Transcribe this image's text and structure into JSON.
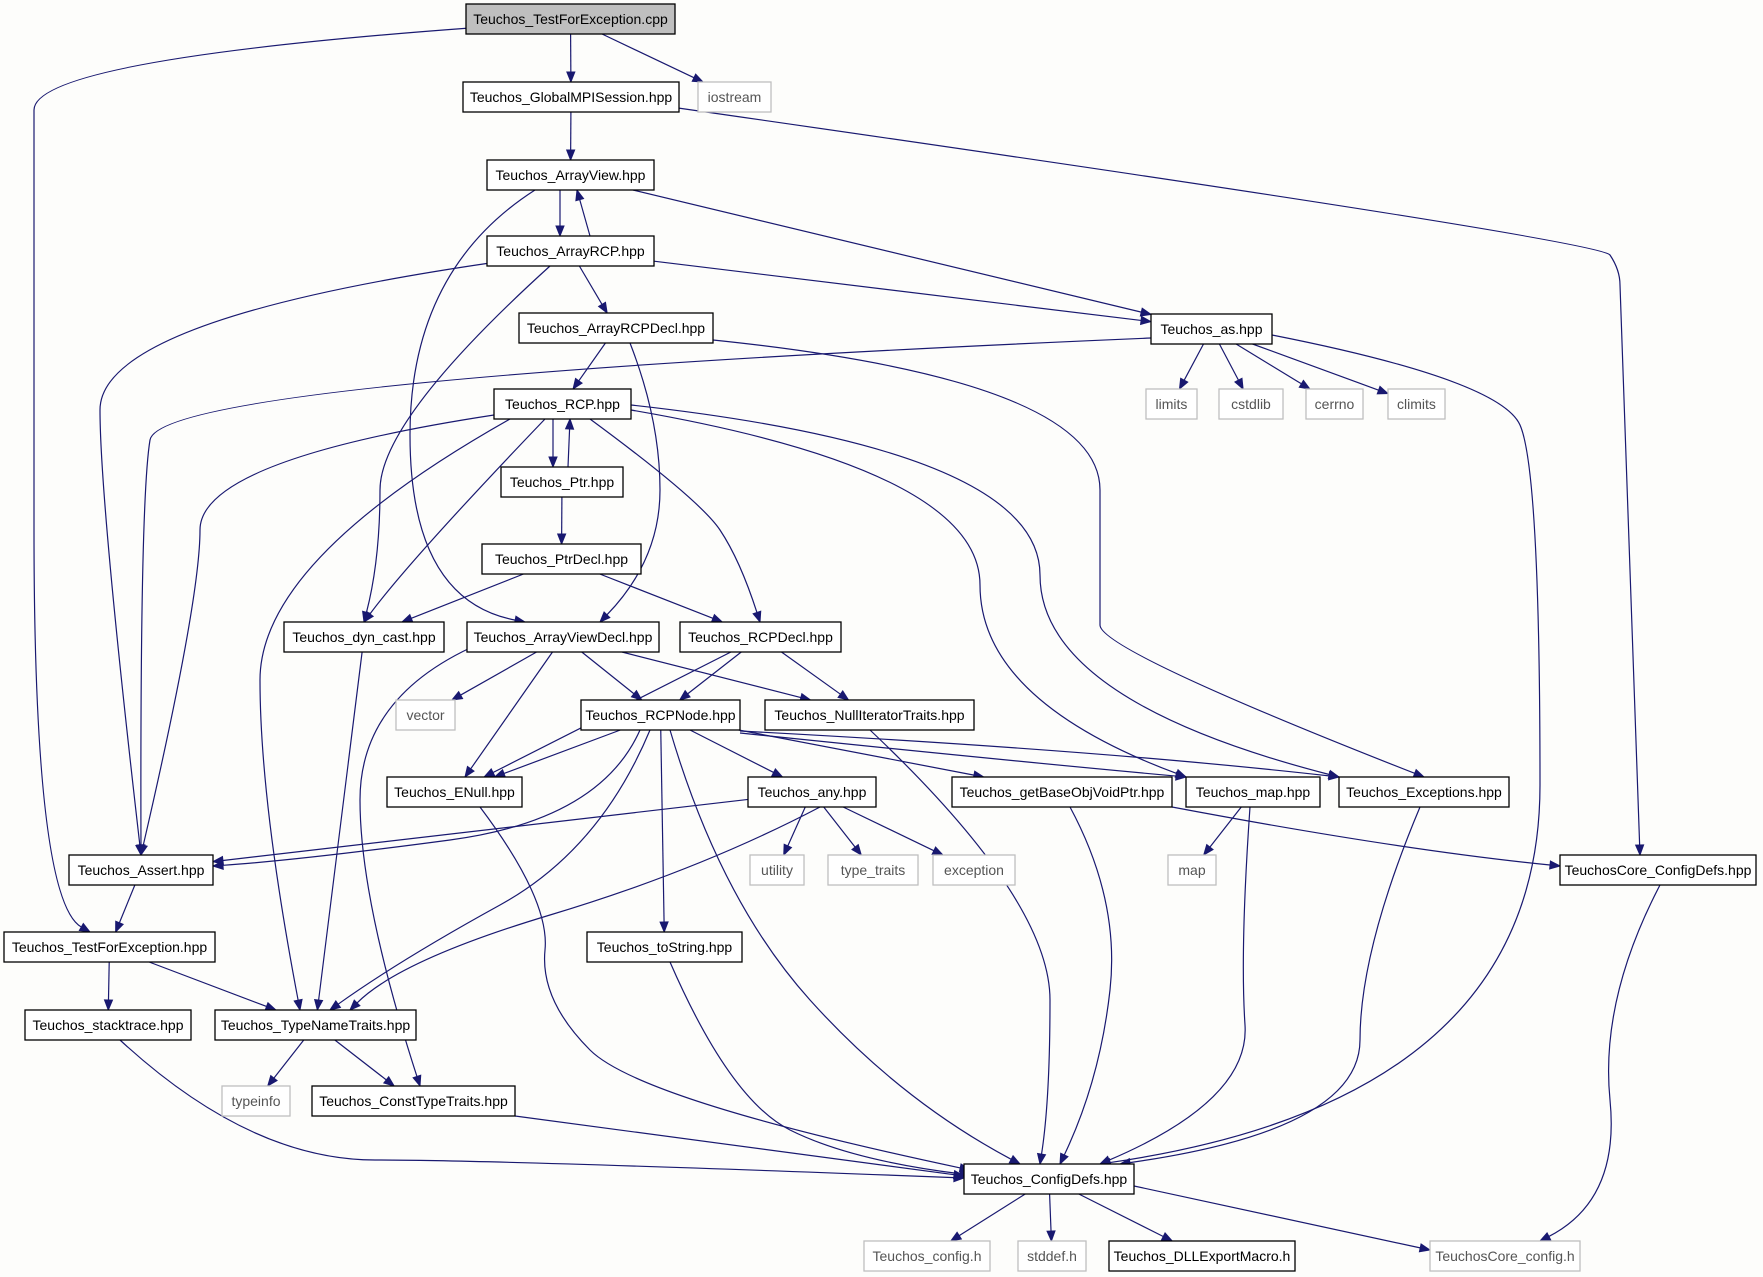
{
  "nodes": [
    {
      "id": "root",
      "label": "Teuchos_TestForException.cpp",
      "kind": "root"
    },
    {
      "id": "gmpi",
      "label": "Teuchos_GlobalMPISession.hpp",
      "kind": "local"
    },
    {
      "id": "iostream",
      "label": "iostream",
      "kind": "external"
    },
    {
      "id": "arrayview",
      "label": "Teuchos_ArrayView.hpp",
      "kind": "local"
    },
    {
      "id": "arrayrcp",
      "label": "Teuchos_ArrayRCP.hpp",
      "kind": "local"
    },
    {
      "id": "arrayrcpdecl",
      "label": "Teuchos_ArrayRCPDecl.hpp",
      "kind": "local"
    },
    {
      "id": "as",
      "label": "Teuchos_as.hpp",
      "kind": "local"
    },
    {
      "id": "limits",
      "label": "limits",
      "kind": "external"
    },
    {
      "id": "cstdlib",
      "label": "cstdlib",
      "kind": "external"
    },
    {
      "id": "cerrno",
      "label": "cerrno",
      "kind": "external"
    },
    {
      "id": "climits",
      "label": "climits",
      "kind": "external"
    },
    {
      "id": "rcp",
      "label": "Teuchos_RCP.hpp",
      "kind": "local"
    },
    {
      "id": "ptr",
      "label": "Teuchos_Ptr.hpp",
      "kind": "local"
    },
    {
      "id": "ptrdecl",
      "label": "Teuchos_PtrDecl.hpp",
      "kind": "local"
    },
    {
      "id": "dyncast",
      "label": "Teuchos_dyn_cast.hpp",
      "kind": "local"
    },
    {
      "id": "arrayviewdecl",
      "label": "Teuchos_ArrayViewDecl.hpp",
      "kind": "local"
    },
    {
      "id": "rcpdecl",
      "label": "Teuchos_RCPDecl.hpp",
      "kind": "local"
    },
    {
      "id": "vector",
      "label": "vector",
      "kind": "external"
    },
    {
      "id": "rcpnode",
      "label": "Teuchos_RCPNode.hpp",
      "kind": "local"
    },
    {
      "id": "nulliter",
      "label": "Teuchos_NullIteratorTraits.hpp",
      "kind": "local"
    },
    {
      "id": "enull",
      "label": "Teuchos_ENull.hpp",
      "kind": "local"
    },
    {
      "id": "any",
      "label": "Teuchos_any.hpp",
      "kind": "local"
    },
    {
      "id": "getbase",
      "label": "Teuchos_getBaseObjVoidPtr.hpp",
      "kind": "local"
    },
    {
      "id": "map_hpp",
      "label": "Teuchos_map.hpp",
      "kind": "local"
    },
    {
      "id": "exceptions",
      "label": "Teuchos_Exceptions.hpp",
      "kind": "local"
    },
    {
      "id": "assert",
      "label": "Teuchos_Assert.hpp",
      "kind": "local"
    },
    {
      "id": "utility",
      "label": "utility",
      "kind": "external"
    },
    {
      "id": "type_traits",
      "label": "type_traits",
      "kind": "external"
    },
    {
      "id": "exception",
      "label": "exception",
      "kind": "external"
    },
    {
      "id": "map",
      "label": "map",
      "kind": "external"
    },
    {
      "id": "coreconfigdefs",
      "label": "TeuchosCore_ConfigDefs.hpp",
      "kind": "local"
    },
    {
      "id": "testforexc",
      "label": "Teuchos_TestForException.hpp",
      "kind": "local"
    },
    {
      "id": "tostring",
      "label": "Teuchos_toString.hpp",
      "kind": "local"
    },
    {
      "id": "stacktrace",
      "label": "Teuchos_stacktrace.hpp",
      "kind": "local"
    },
    {
      "id": "typename",
      "label": "Teuchos_TypeNameTraits.hpp",
      "kind": "local"
    },
    {
      "id": "typeinfo",
      "label": "typeinfo",
      "kind": "external"
    },
    {
      "id": "consttype",
      "label": "Teuchos_ConstTypeTraits.hpp",
      "kind": "local"
    },
    {
      "id": "configdefs",
      "label": "Teuchos_ConfigDefs.hpp",
      "kind": "local"
    },
    {
      "id": "config_h",
      "label": "Teuchos_config.h",
      "kind": "external"
    },
    {
      "id": "stddef",
      "label": "stddef.h",
      "kind": "external"
    },
    {
      "id": "dllexport",
      "label": "Teuchos_DLLExportMacro.h",
      "kind": "local"
    },
    {
      "id": "coreconfig_h",
      "label": "TeuchosCore_config.h",
      "kind": "external"
    }
  ],
  "edges": [
    [
      "root",
      "gmpi"
    ],
    [
      "root",
      "iostream"
    ],
    [
      "root",
      "testforexc"
    ],
    [
      "gmpi",
      "arrayview"
    ],
    [
      "gmpi",
      "coreconfigdefs"
    ],
    [
      "arrayview",
      "arrayrcp"
    ],
    [
      "arrayview",
      "as"
    ],
    [
      "arrayview",
      "arrayviewdecl"
    ],
    [
      "arrayrcp",
      "arrayview"
    ],
    [
      "arrayrcp",
      "arrayrcpdecl"
    ],
    [
      "arrayrcp",
      "as"
    ],
    [
      "arrayrcp",
      "assert"
    ],
    [
      "arrayrcp",
      "dyncast"
    ],
    [
      "arrayrcpdecl",
      "rcp"
    ],
    [
      "arrayrcpdecl",
      "arrayviewdecl"
    ],
    [
      "arrayrcpdecl",
      "exceptions"
    ],
    [
      "as",
      "limits"
    ],
    [
      "as",
      "cstdlib"
    ],
    [
      "as",
      "cerrno"
    ],
    [
      "as",
      "climits"
    ],
    [
      "as",
      "assert"
    ],
    [
      "as",
      "configdefs"
    ],
    [
      "rcp",
      "ptr"
    ],
    [
      "rcp",
      "dyncast"
    ],
    [
      "rcp",
      "rcpdecl"
    ],
    [
      "rcp",
      "assert"
    ],
    [
      "rcp",
      "typename"
    ],
    [
      "rcp",
      "map_hpp"
    ],
    [
      "rcp",
      "exceptions"
    ],
    [
      "ptr",
      "rcp"
    ],
    [
      "ptr",
      "ptrdecl"
    ],
    [
      "ptrdecl",
      "dyncast"
    ],
    [
      "ptrdecl",
      "rcpdecl"
    ],
    [
      "dyncast",
      "typename"
    ],
    [
      "arrayviewdecl",
      "vector"
    ],
    [
      "arrayviewdecl",
      "enull"
    ],
    [
      "arrayviewdecl",
      "rcpnode"
    ],
    [
      "arrayviewdecl",
      "nulliter"
    ],
    [
      "arrayviewdecl",
      "consttype"
    ],
    [
      "rcpdecl",
      "rcpnode"
    ],
    [
      "rcpdecl",
      "enull"
    ],
    [
      "rcpdecl",
      "nulliter"
    ],
    [
      "rcpnode",
      "enull"
    ],
    [
      "rcpnode",
      "any"
    ],
    [
      "rcpnode",
      "getbase"
    ],
    [
      "rcpnode",
      "map_hpp"
    ],
    [
      "rcpnode",
      "exceptions"
    ],
    [
      "rcpnode",
      "assert"
    ],
    [
      "rcpnode",
      "typename"
    ],
    [
      "rcpnode",
      "tostring"
    ],
    [
      "rcpnode",
      "configdefs"
    ],
    [
      "nulliter",
      "configdefs"
    ],
    [
      "enull",
      "configdefs"
    ],
    [
      "any",
      "assert"
    ],
    [
      "any",
      "utility"
    ],
    [
      "any",
      "type_traits"
    ],
    [
      "any",
      "exception"
    ],
    [
      "any",
      "typename"
    ],
    [
      "getbase",
      "configdefs"
    ],
    [
      "getbase",
      "coreconfigdefs"
    ],
    [
      "map_hpp",
      "map"
    ],
    [
      "map_hpp",
      "configdefs"
    ],
    [
      "exceptions",
      "configdefs"
    ],
    [
      "assert",
      "testforexc"
    ],
    [
      "coreconfigdefs",
      "coreconfig_h"
    ],
    [
      "testforexc",
      "stacktrace"
    ],
    [
      "testforexc",
      "typename"
    ],
    [
      "tostring",
      "configdefs"
    ],
    [
      "stacktrace",
      "configdefs"
    ],
    [
      "typename",
      "typeinfo"
    ],
    [
      "typename",
      "consttype"
    ],
    [
      "consttype",
      "configdefs"
    ],
    [
      "configdefs",
      "config_h"
    ],
    [
      "configdefs",
      "stddef"
    ],
    [
      "configdefs",
      "dllexport"
    ],
    [
      "configdefs",
      "coreconfig_h"
    ]
  ]
}
